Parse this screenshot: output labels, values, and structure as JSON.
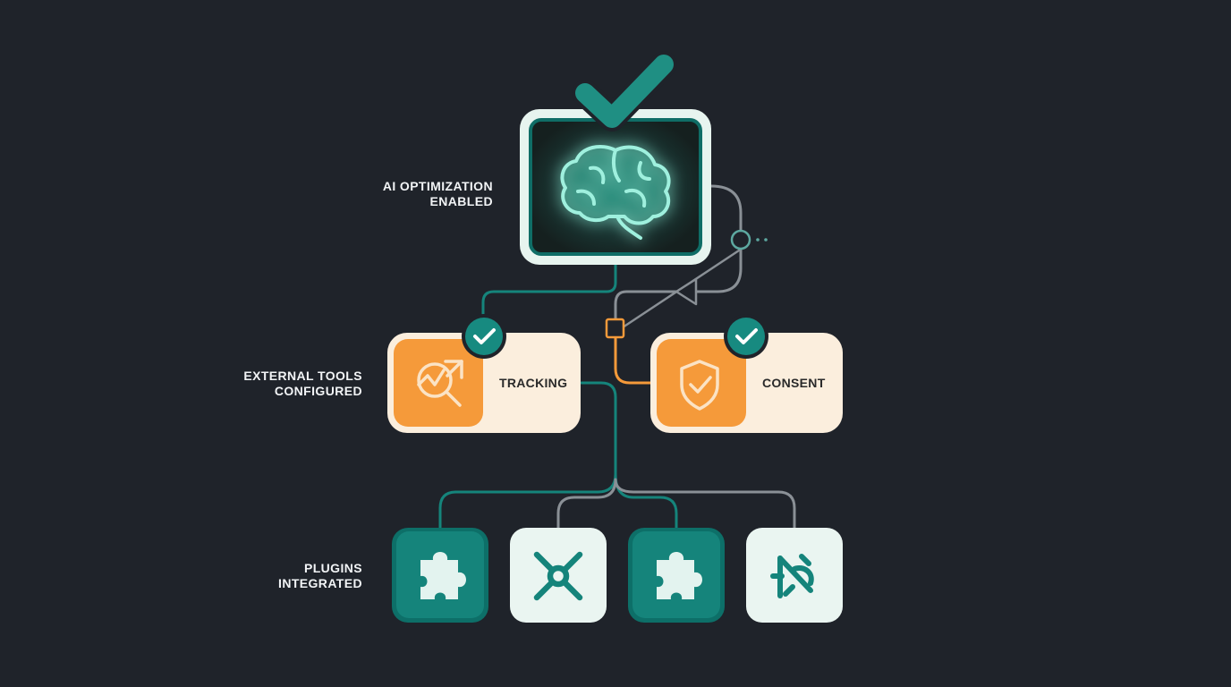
{
  "stages": {
    "ai": {
      "label_line1": "AI OPTIMIZATION",
      "label_line2": "ENABLED",
      "icon": "brain-icon"
    },
    "tools": {
      "label_line1": "EXTERNAL TOOLS",
      "label_line2": "CONFIGURED"
    },
    "plugins": {
      "label_line1": "PLUGINS",
      "label_line2": "INTEGRATED"
    }
  },
  "cards": {
    "tracking": {
      "label": "TRACKING",
      "icon": "analytics-magnifier-icon",
      "status": "checked"
    },
    "consent": {
      "label": "CONSENT",
      "icon": "shield-check-icon",
      "status": "checked"
    }
  },
  "plugins": [
    {
      "icon": "puzzle-icon",
      "style": "filled"
    },
    {
      "icon": "connector-icon",
      "style": "light"
    },
    {
      "icon": "puzzle-icon",
      "style": "filled"
    },
    {
      "icon": "gear-broken-icon",
      "style": "light"
    }
  ],
  "colors": {
    "background": "#1f232a",
    "teal": "#15847b",
    "mint": "#6fe0c8",
    "orange": "#f59a3a",
    "cream": "#fbeedd",
    "gray_line": "#8a9096"
  }
}
